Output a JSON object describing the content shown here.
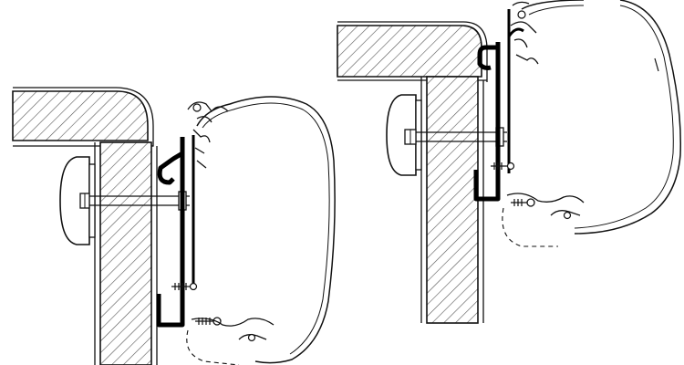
{
  "diagram": {
    "kind": "technical-cross-section",
    "panels": [
      {
        "id": "left-assembly",
        "parts": [
          "roof-wall-section",
          "wall-bracket",
          "mounting-bolt",
          "interior-plate",
          "awning-housing",
          "awning-lower-section",
          "screw-upper",
          "screw-lower"
        ]
      },
      {
        "id": "right-assembly",
        "parts": [
          "roof-wall-section",
          "wall-bracket",
          "mounting-bolt",
          "interior-plate",
          "awning-housing",
          "awning-lower-section",
          "screw-upper",
          "screw-lower"
        ]
      }
    ],
    "colors": {
      "line": "#111111",
      "hatch": "#555555",
      "fill": "#ffffff",
      "bracket": "#000000"
    }
  }
}
